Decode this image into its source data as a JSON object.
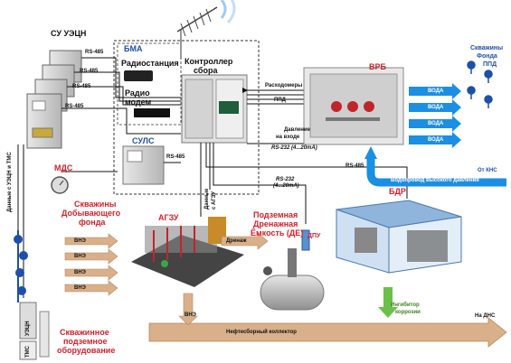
{
  "labels": {
    "su_uetsn": "СУ УЭЦН",
    "rs485": "RS-485",
    "data_uetsn_tms": "Данные с УЭЦН и ТМС",
    "mds": "МДС",
    "wells_prod_1": "Скважины",
    "wells_prod_2": "Добывающего",
    "wells_prod_3": "фонда",
    "vne": "ВНЭ",
    "uetsn": "УЭЦН",
    "tms": "ТМС",
    "downhole_1": "Скважинное",
    "downhole_2": "подземное",
    "downhole_3": "оборудование",
    "bma": "БМА",
    "radio_station": "Радиостанция",
    "radio_modem_1": "Радио",
    "radio_modem_2": "модем",
    "controller_1": "Контроллер",
    "controller_2": "сбора",
    "suls": "СУЛС",
    "flowmeters_1": "Расходомеры",
    "flowmeters_2": "ППД",
    "pressure_1": "Давление",
    "pressure_2": "на входе",
    "rs232_range": "RS-232  (4...20mA)",
    "rs232": "RS-232",
    "range_4_20": "(4...20mA)",
    "data_agzu_1": "Данные",
    "data_agzu_2": "с АГЗУ",
    "vrb": "ВРБ",
    "voda": "ВОДА",
    "ppd_wells_1": "Скважины",
    "ppd_wells_2": "Фонда",
    "ppd_wells_3": "ППД",
    "from_kns": "От КНС",
    "hp_pipeline": "Водопровод  высокого  давления",
    "agzu": "АГЗУ",
    "drainage": "Дренаж",
    "tank_1": "Подземная",
    "tank_2": "Дренажная",
    "tank_3": "Ёмкость  (ДЕ)",
    "dpu": "ДПУ",
    "bdr": "БДР",
    "inhibitor_1": "Ингибитор",
    "inhibitor_2": "коррозии",
    "oil_collector": "Нефтесборный  коллектор",
    "to_dns": "На  ДНС"
  },
  "colors": {
    "arrow_brown": "#d9b08a",
    "arrow_brown_dark": "#b8865a",
    "water_blue": "#1a8fe3",
    "accent_red": "#d4202b",
    "accent_blue": "#1f4fa8",
    "inhibitor_green": "#6cc04a"
  }
}
